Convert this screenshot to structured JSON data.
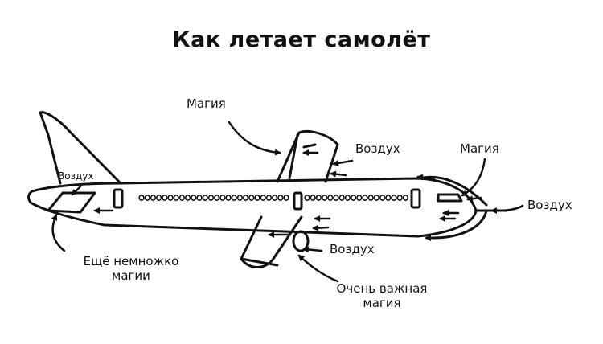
{
  "title": "Как летает самолёт",
  "labels": {
    "magic_wing": "Магия",
    "air_wing_top": "Воздух",
    "magic_nose": "Магия",
    "air_nose": "Воздух",
    "air_tail": "Воздух",
    "more_magic_line1": "Ещё немножко",
    "more_magic_line2": "магии",
    "air_engine": "Воздух",
    "important_magic_line1": "Очень важная",
    "important_magic_line2": "магия"
  }
}
